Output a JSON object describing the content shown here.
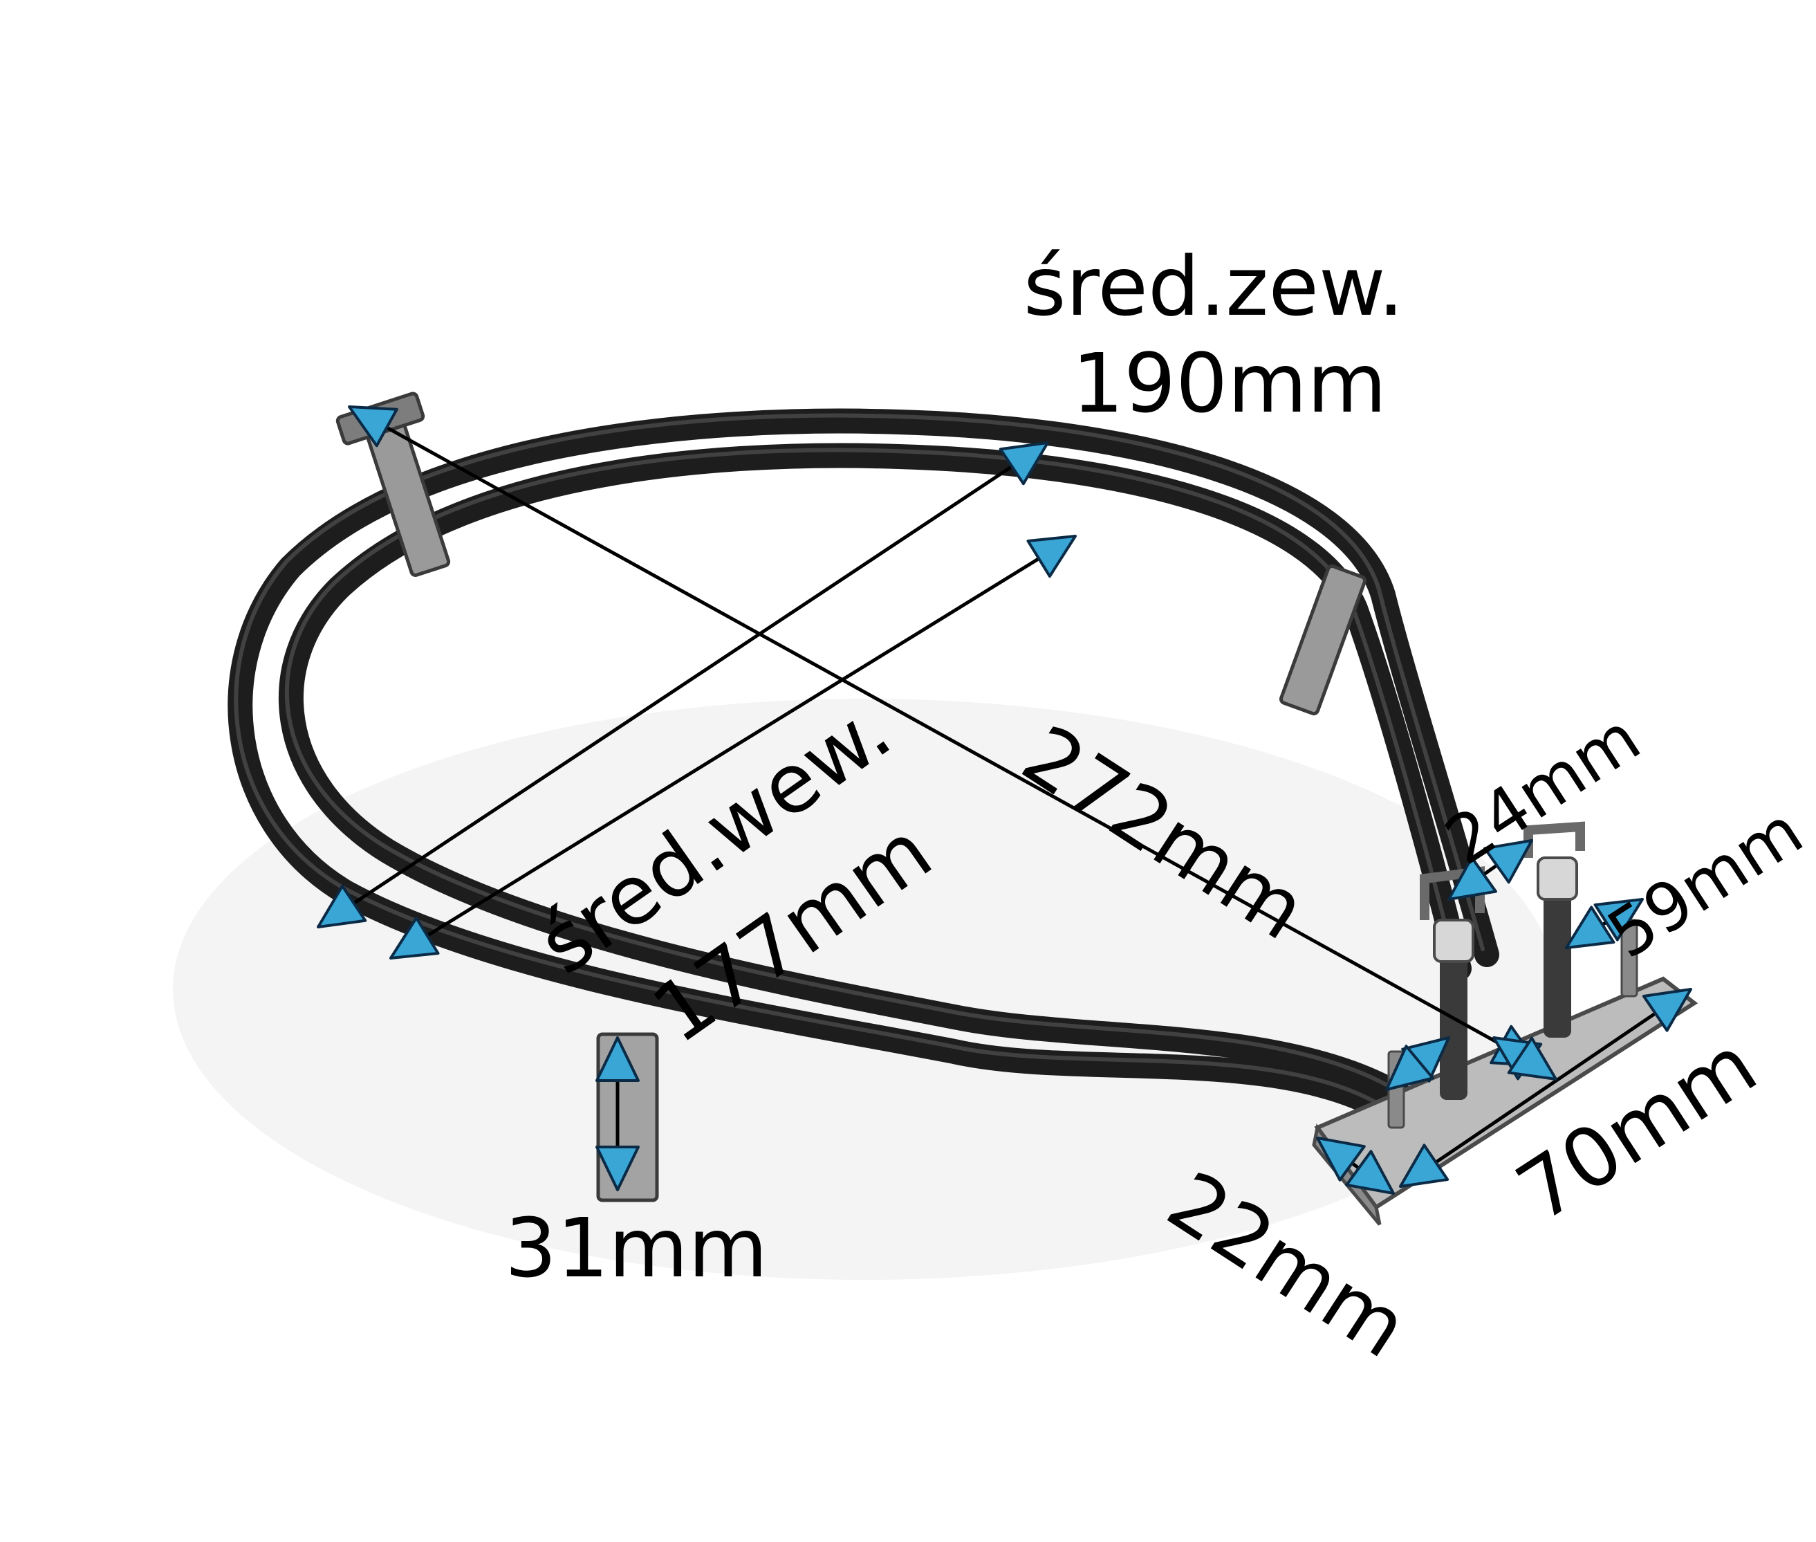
{
  "colors": {
    "background": "#ffffff",
    "element_tube": "#1d1d1d",
    "element_highlight": "#5a5a5a",
    "bracket_metal": "#9a9a9a",
    "dimension_line": "#000000",
    "arrowhead_fill": "#3aa6d6",
    "arrowhead_stroke": "#0b2a45"
  },
  "labels": {
    "outer_diameter_title": "śred.zew.",
    "outer_diameter_value": "190mm",
    "inner_diameter_title": "śred.wew.",
    "inner_diameter_value": "177mm",
    "overall_length": "272mm",
    "terminal_pitch": "24mm",
    "terminal_height": "59mm",
    "flange_length": "70mm",
    "flange_width": "22mm",
    "tube_spacing": "31mm"
  }
}
